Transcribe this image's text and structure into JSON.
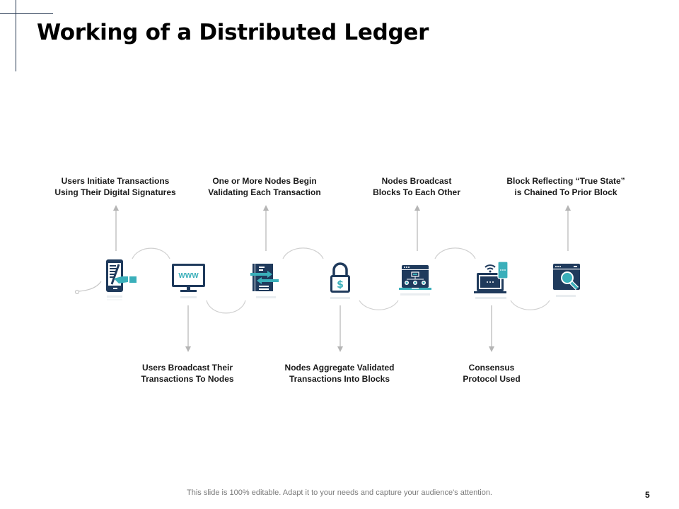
{
  "slide": {
    "title": "Working of a Distributed Ledger",
    "page_number": "5",
    "footer_note": "This slide is 100% editable. Adapt it to your needs and capture your audience's attention."
  },
  "colors": {
    "navy": "#1f3a5c",
    "teal": "#3aafba",
    "connector": "#c8c8c8",
    "arrow": "#b5b5b5"
  },
  "steps": [
    {
      "step": 1,
      "position": "top",
      "icon": "phone-signature-icon",
      "line1": "Users  Initiate Transactions",
      "line2": "Using  Their Digital Signatures"
    },
    {
      "step": 2,
      "position": "bottom",
      "icon": "www-monitor-icon",
      "line1": "Users  Broadcast  Their",
      "line2": "Transactions  To Nodes"
    },
    {
      "step": 3,
      "position": "top",
      "icon": "document-exchange-icon",
      "line1": "One or More Nodes Begin",
      "line2": "Validating Each Transaction"
    },
    {
      "step": 4,
      "position": "bottom",
      "icon": "dollar-lock-icon",
      "line1": "Nodes Aggregate Validated",
      "line2": "Transactions  Into Blocks"
    },
    {
      "step": 5,
      "position": "top",
      "icon": "network-laptop-icon",
      "line1": "Nodes Broadcast",
      "line2": "Blocks  To Each Other"
    },
    {
      "step": 6,
      "position": "bottom",
      "icon": "wifi-laptop-phone-icon",
      "line1": "Consensus",
      "line2": "Protocol  Used"
    },
    {
      "step": 7,
      "position": "top",
      "icon": "browser-search-icon",
      "line1": "Block Reflecting “True State”",
      "line2": " is Chained To Prior Block"
    }
  ]
}
